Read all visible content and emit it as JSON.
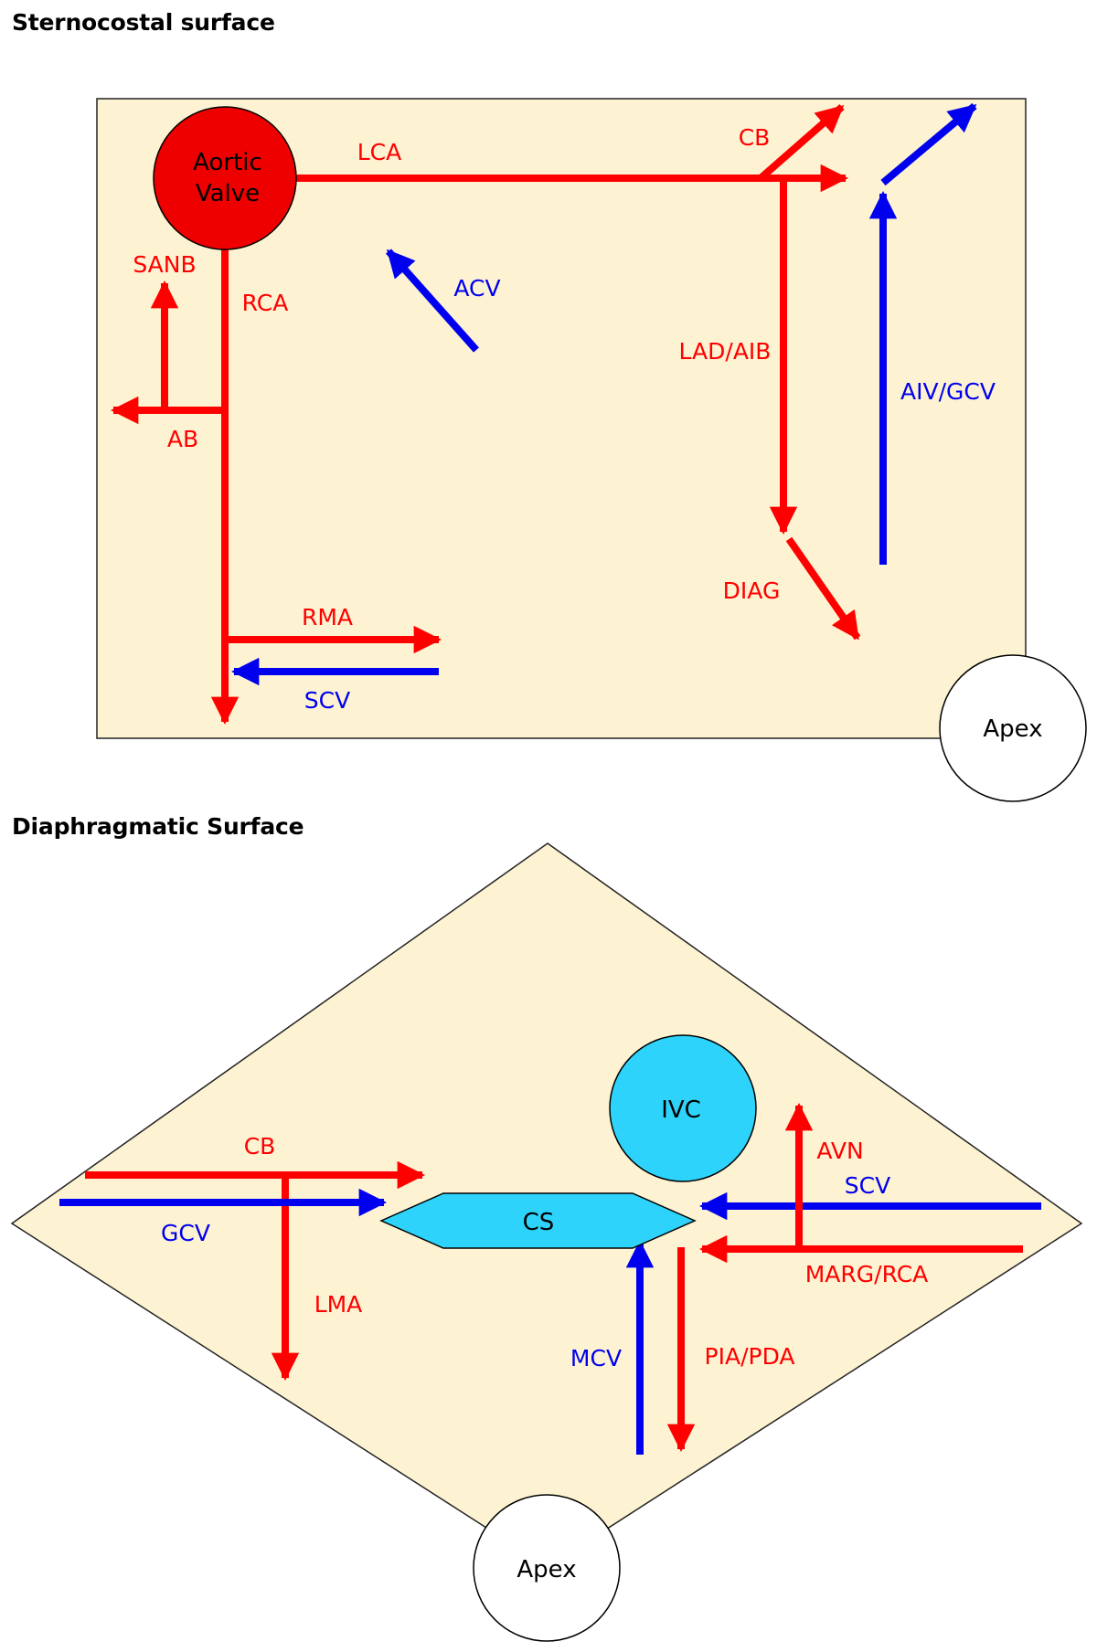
{
  "headings": {
    "sternocostal": "Sternocostal surface",
    "diaphragmatic": "Diaphragmatic Surface"
  },
  "colors": {
    "background_panel": "#fdf3d2",
    "artery": "#ff0000",
    "vein": "#0000ee",
    "chamber_fill": "#2ed3fb",
    "aortic_fill": "#ee0000"
  },
  "sternocostal": {
    "aortic_valve": [
      "Aortic",
      "Valve"
    ],
    "apex": "Apex",
    "labels": {
      "lca": "LCA",
      "cb": "CB",
      "rca": "RCA",
      "sanb": "SANB",
      "ab": "AB",
      "acv": "ACV",
      "lad_aib": "LAD/AIB",
      "aiv_gcv": "AIV/GCV",
      "diag": "DIAG",
      "rma": "RMA",
      "scv": "SCV"
    }
  },
  "diaphragmatic": {
    "ivc": "IVC",
    "cs": "CS",
    "apex": "Apex",
    "labels": {
      "cb": "CB",
      "gcv": "GCV",
      "lma": "LMA",
      "avn": "AVN",
      "scv": "SCV",
      "marg_rca": "MARG/RCA",
      "mcv": "MCV",
      "pia_pda": "PIA/PDA"
    }
  }
}
